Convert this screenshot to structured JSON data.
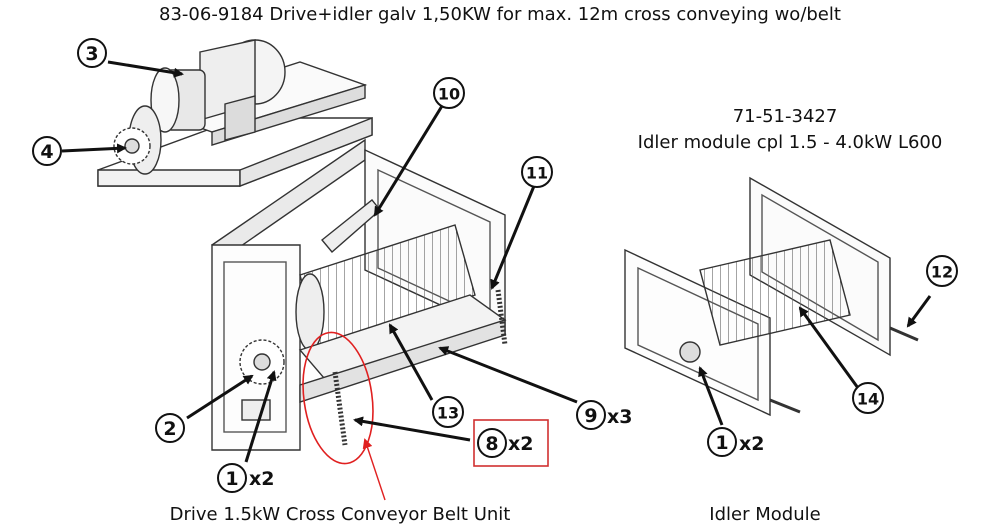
{
  "header": {
    "title": "83-06-9184 Drive+idler galv 1,50KW for max. 12m cross conveying wo/belt"
  },
  "idler_block": {
    "code": "71-51-3427",
    "description": "Idler module cpl 1.5 - 4.0kW L600"
  },
  "captions": {
    "drive": "Drive 1.5kW Cross Conveyor Belt Unit",
    "idler": "Idler Module"
  },
  "callouts": {
    "c3": {
      "num": "3",
      "qty": ""
    },
    "c4": {
      "num": "4",
      "qty": ""
    },
    "c10": {
      "num": "10",
      "qty": ""
    },
    "c11": {
      "num": "11",
      "qty": ""
    },
    "c2": {
      "num": "2",
      "qty": ""
    },
    "c1a": {
      "num": "1",
      "qty": "x2"
    },
    "c13": {
      "num": "13",
      "qty": ""
    },
    "c9": {
      "num": "9",
      "qty": "x3"
    },
    "c8": {
      "num": "8",
      "qty": "x2"
    },
    "c12": {
      "num": "12",
      "qty": ""
    },
    "c14": {
      "num": "14",
      "qty": ""
    },
    "c1b": {
      "num": "1",
      "qty": "x2"
    }
  },
  "colors": {
    "line": "#222222",
    "highlight": "#e02020",
    "box": "#d03030"
  }
}
